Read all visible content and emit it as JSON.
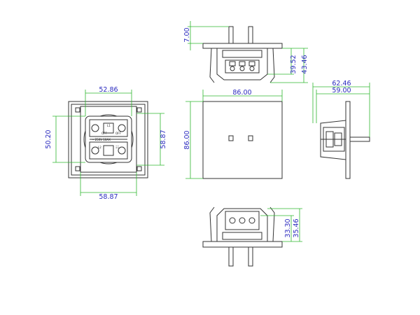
{
  "dimensions": {
    "top_pin_height": "7.00",
    "top_body_height_a": "39.52",
    "top_body_height_b": "43.46",
    "back_width_top": "52.86",
    "back_height_left": "50.20",
    "back_height_right": "58.87",
    "back_width_bottom": "58.87",
    "front_width": "86.00",
    "front_height": "86.00",
    "side_width_a": "62.46",
    "side_width_b": "59.00",
    "bottom_height_a": "33.30",
    "bottom_height_b": "35.46"
  },
  "module_labels": {
    "l1": "L1",
    "l2": "L2",
    "off1": "OFF",
    "off2": "OFF",
    "rating": "~ 250V 10AX",
    "code": "ΞΞ"
  },
  "colors": {
    "outline": "#333333",
    "dimension_line": "#2fb82f",
    "dimension_text": "#2b2bbf"
  }
}
